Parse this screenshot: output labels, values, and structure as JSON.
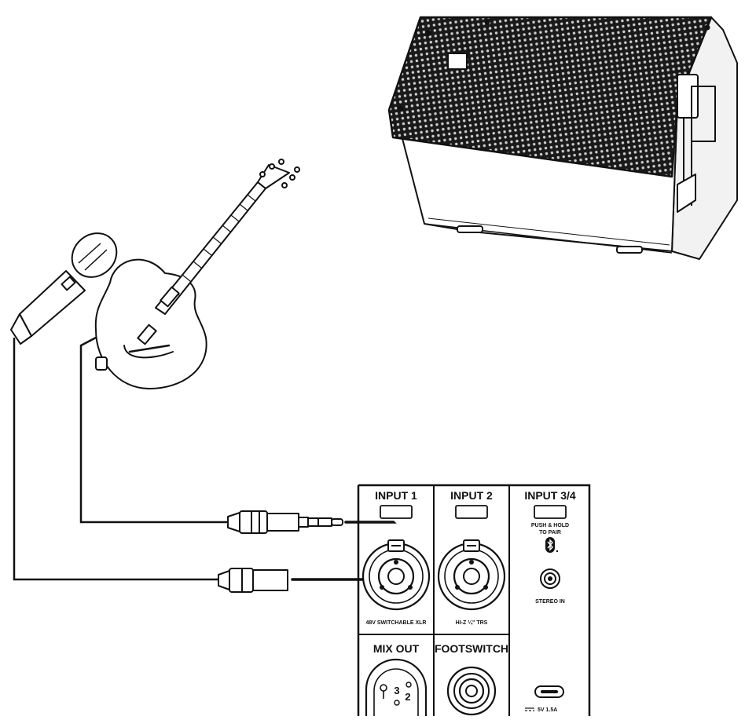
{
  "panel": {
    "input1_label": "INPUT 1",
    "input2_label": "INPUT 2",
    "input34_label": "INPUT 3/4",
    "pair_line1": "PUSH & HOLD",
    "pair_line2": "TO PAIR",
    "stereo_label": "STEREO IN",
    "xlr_label": "48V SWITCHABLE XLR",
    "hiz_label": "HI-Z ¼\" TRS",
    "mixout_label": "MIX OUT",
    "footswitch_label": "FOOTSWITCH",
    "usb_label": "5V 1.5A",
    "pin3": "3",
    "pin2": "2"
  },
  "icons": {
    "bluetooth": "bluetooth-icon",
    "usb": "usb-c-icon"
  }
}
